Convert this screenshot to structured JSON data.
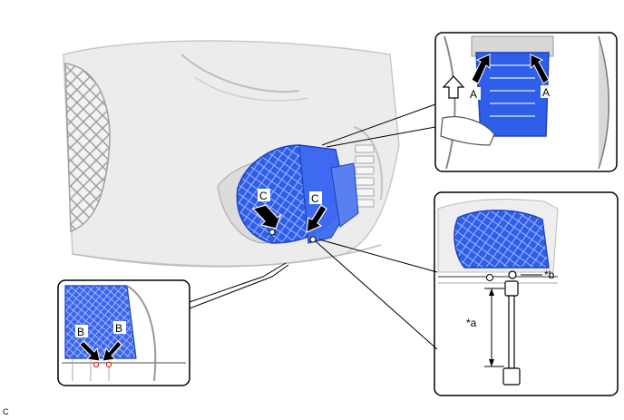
{
  "callouts": {
    "a": "A",
    "b": "B",
    "c": "C",
    "star_a": "*a",
    "star_b": "*b"
  },
  "figure_code": "C",
  "colors": {
    "part_blue": "#2f5ee8",
    "part_blue_dark": "#1b3fc0",
    "bumper_gray": "#e9e9e9",
    "line": "#000000"
  }
}
